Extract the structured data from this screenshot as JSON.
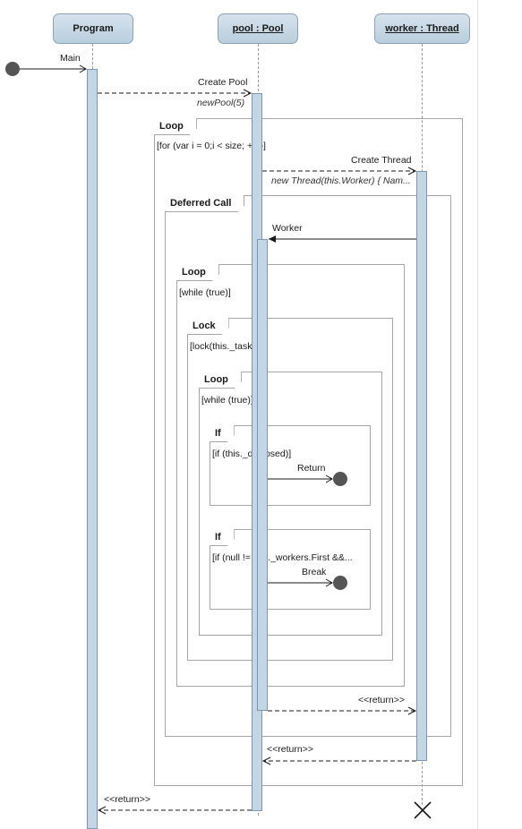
{
  "lifelines": [
    {
      "label": "Program"
    },
    {
      "label": "pool : Pool"
    },
    {
      "label": "worker : Thread"
    }
  ],
  "frames": {
    "loop1": {
      "tag": "Loop",
      "guard": "[for (var i = 0;i < size; ++i)]"
    },
    "deferred": {
      "tag": "Deferred Call",
      "guard": ""
    },
    "loop2": {
      "tag": "Loop",
      "guard": "[while (true)]"
    },
    "lock": {
      "tag": "Lock",
      "guard": "[lock(this._tasks)]"
    },
    "loop3": {
      "tag": "Loop",
      "guard": "[while (true)]"
    },
    "if1": {
      "tag": "If",
      "guard": "[if (this._disposed)]"
    },
    "if2": {
      "tag": "If",
      "guard": "[if (null != this._workers.First &&..."
    }
  },
  "messages": {
    "main": "Main",
    "create_pool": "Create Pool",
    "create_pool_sig": "newPool(5)",
    "create_thread": "Create Thread",
    "create_thread_sig": "new Thread(this.Worker) { Nam...",
    "worker": "Worker",
    "return_label": "Return",
    "break_label": "Break",
    "return1": "<<return>>",
    "return2": "<<return>>",
    "return3": "<<return>>"
  }
}
